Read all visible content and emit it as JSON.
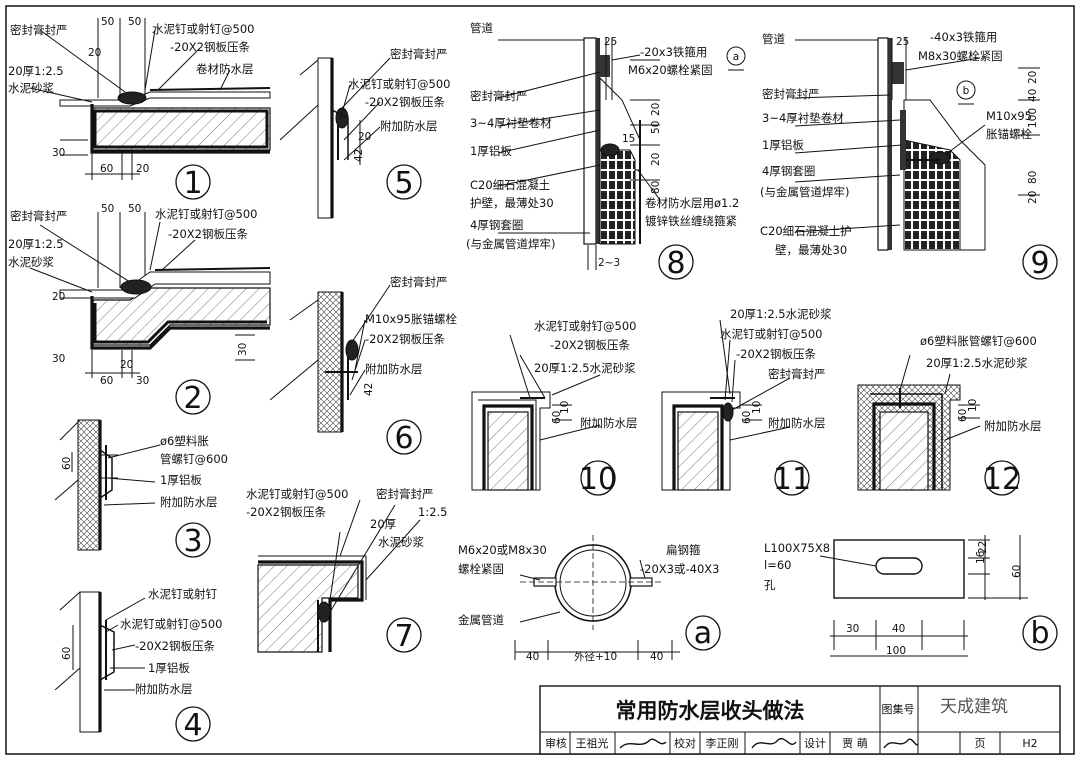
{
  "sheet": {
    "title": "常用防水层收头做法",
    "tujihao_label": "图集号",
    "page_label": "页",
    "page_number": "H2",
    "watermark": "天成建筑",
    "audit_label": "审核",
    "audit_name": "王祖光",
    "check_label": "校对",
    "check_name": "李正刚",
    "design_label": "设计",
    "design_name": "贾 萌"
  },
  "details": {
    "d1": {
      "no": "1",
      "l1": "密封膏封严",
      "l2": "水泥钉或射钉@500",
      "l3": "-20X2钢板压条",
      "l4": "卷材防水层",
      "l5": "20厚1:2.5",
      "l6": "水泥砂浆",
      "dim_top_a": "50",
      "dim_top_b": "50",
      "dim_20": "20",
      "dim_30": "30",
      "dim_60": "60",
      "dim_20b": "20"
    },
    "d2": {
      "no": "2",
      "l1": "密封膏封严",
      "l2": "水泥钉或射钉@500",
      "l3": "-20X2钢板压条",
      "l5": "20厚1:2.5",
      "l6": "水泥砂浆",
      "dim_top_a": "50",
      "dim_top_b": "50",
      "dim_20": "20",
      "dim_30": "30",
      "dim_60": "60",
      "dim_30b": "30",
      "dim_20c": "20"
    },
    "d3": {
      "no": "3",
      "l1": "ø6塑料胀",
      "l2": "管螺钉@600",
      "l3": "1厚铝板",
      "l4": "附加防水层",
      "dim": "60"
    },
    "d4": {
      "no": "4",
      "l1": "水泥钉或射钉",
      "l2": "水泥钉或射钉@500",
      "l3": "-20X2钢板压条",
      "l4": "1厚铝板",
      "l5": "附加防水层",
      "dim": "60"
    },
    "d5": {
      "no": "5",
      "l1": "密封膏封严",
      "l2": "水泥钉或射钉@500",
      "l3": "-20X2钢板压条",
      "l4": "附加防水层",
      "dim_20": "20",
      "dim_42": "42"
    },
    "d6": {
      "no": "6",
      "l1": "密封膏封严",
      "l2": "M10x95胀锚螺栓",
      "l3": "-20X2钢板压条",
      "l4": "附加防水层",
      "dim_30": "30",
      "dim_42": "42"
    },
    "d7": {
      "no": "7",
      "l1": "水泥钉或射钉@500",
      "l2": "-20X2钢板压条",
      "l3": "密封膏封严",
      "l4": "1:2.5",
      "l5": "20厚",
      "l6": "水泥砂浆"
    },
    "d8": {
      "no": "8",
      "l1": "管道",
      "l2": "-20x3铁箍用",
      "l3": "M6x20螺栓紧固",
      "l4": "密封膏封严",
      "l5": "3~4厚衬垫卷材",
      "l6": "1厚铝板",
      "l7": "C20细石混凝土",
      "l8": "护壁，最薄处30",
      "l9": "4厚钢套圈",
      "l10": "(与金属管道焊牢)",
      "l11": "卷材防水层用ø1.2",
      "l12": "镀锌铁丝缠绕箍紧",
      "dim_25": "25",
      "dim_20": "20",
      "dim_50": "50",
      "dim_20b": "20",
      "dim_80": "80",
      "dim_15": "15",
      "dim_23": "2~3",
      "ref": "a"
    },
    "d9": {
      "no": "9",
      "l1": "管道",
      "l2": "-40x3铁箍用",
      "l3": "M8x30螺栓紧固",
      "l4": "密封膏封严",
      "l5": "3~4厚衬垫卷材",
      "l6": "1厚铝板",
      "l7": "4厚钢套圈",
      "l8": "(与金属管道焊牢)",
      "l9": "C20细石混凝土护",
      "l10": "壁，最薄处30",
      "l11": "M10x95",
      "l12": "胀锚螺栓",
      "dim_25": "25",
      "dim_20": "20",
      "dim_40": "40",
      "dim_100": "100",
      "dim_80": "80",
      "dim_20b": "20",
      "ref": "b"
    },
    "d10": {
      "no": "10",
      "l1": "水泥钉或射钉@500",
      "l2": "-20X2钢板压条",
      "l3": "20厚1:2.5水泥砂浆",
      "l4": "附加防水层",
      "dim_60": "60",
      "dim_10": "10"
    },
    "d11": {
      "no": "11",
      "l1": "20厚1:2.5水泥砂浆",
      "l2": "水泥钉或射钉@500",
      "l3": "-20X2钢板压条",
      "l4": "密封膏封严",
      "l5": "附加防水层",
      "dim_60": "60",
      "dim_10": "10"
    },
    "d12": {
      "no": "12",
      "l1": "ø6塑料胀管螺钉@600",
      "l2": "20厚1:2.5水泥砂浆",
      "l3": "附加防水层",
      "dim_60": "60",
      "dim_10": "10"
    },
    "da": {
      "no": "a",
      "l1": "M6x20或M8x30",
      "l2": "螺栓紧固",
      "l3": "扁钢箍",
      "l4": "-20X3或-40X3",
      "l5": "金属管道",
      "dim_l": "40",
      "dim_m": "外径+10",
      "dim_r": "40"
    },
    "db": {
      "no": "b",
      "l1": "L100X75X8",
      "l2": "l=60",
      "l3": "孔",
      "dim_16": "16",
      "dim_22": "22",
      "dim_60": "60",
      "dim_30": "30",
      "dim_40": "40",
      "dim_100": "100"
    }
  }
}
